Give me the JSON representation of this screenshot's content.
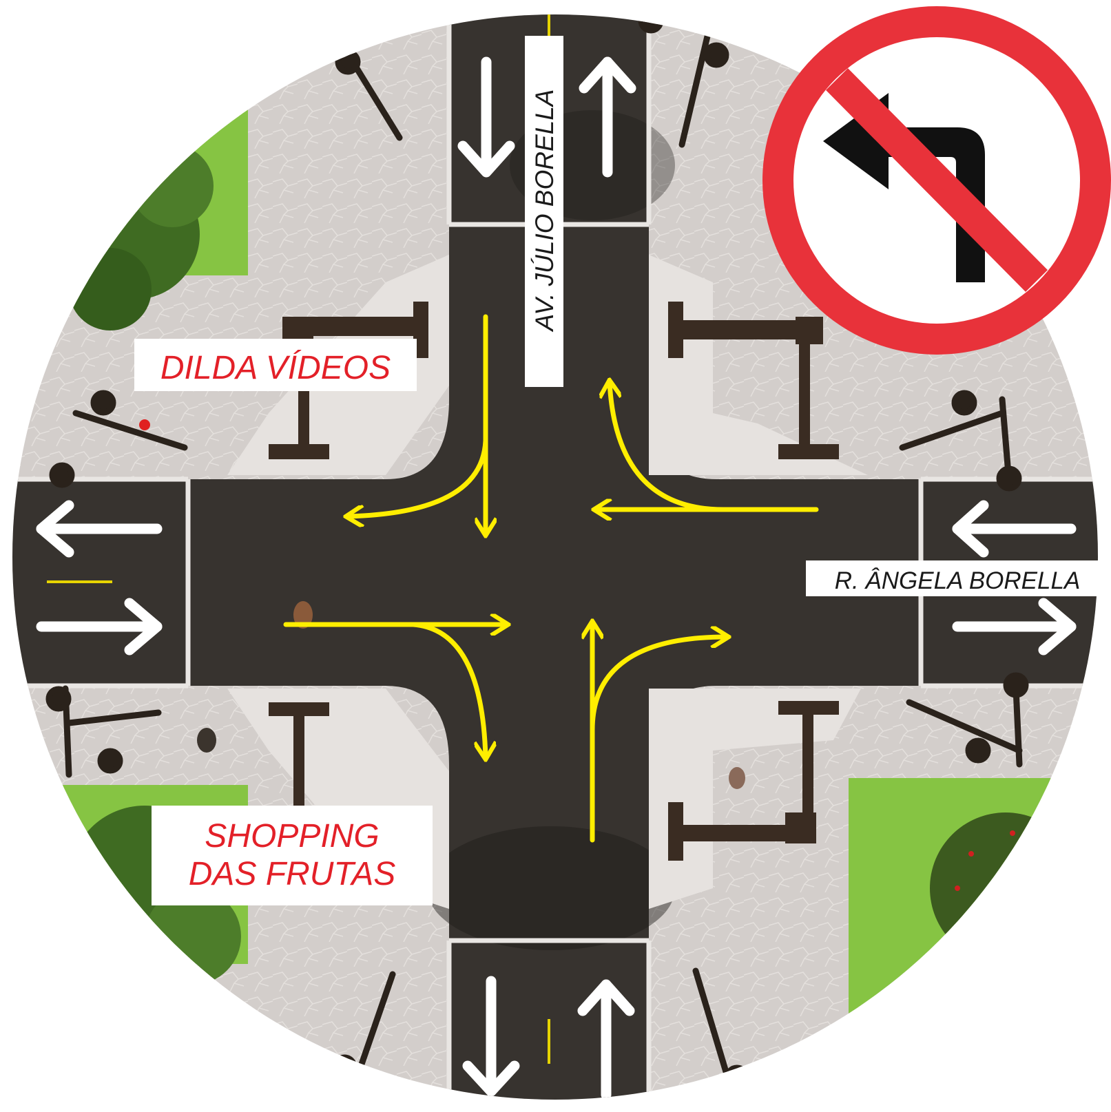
{
  "labels": {
    "street_north_south": "AV. JÚLIO BORELLA",
    "street_east_west": "R. ÂNGELA BORELLA",
    "poi_northwest": "DILDA VÍDEOS",
    "poi_southwest_line1": "SHOPPING",
    "poi_southwest_line2": "DAS FRUTAS"
  },
  "sign": {
    "meaning": "no-left-turn",
    "ring_color": "#e8323a",
    "arrow_color": "#111111"
  },
  "colors": {
    "asphalt": "#37332f",
    "sidewalk": "#cfcac6",
    "grass": "#7fbf3f",
    "tree": "#3f6b22",
    "lane_arrow": "#ffffff",
    "flow_arrow": "#ffee00",
    "poi_text": "#e32028",
    "street_text": "#1a1a1a",
    "pole": "#3a2c22"
  }
}
